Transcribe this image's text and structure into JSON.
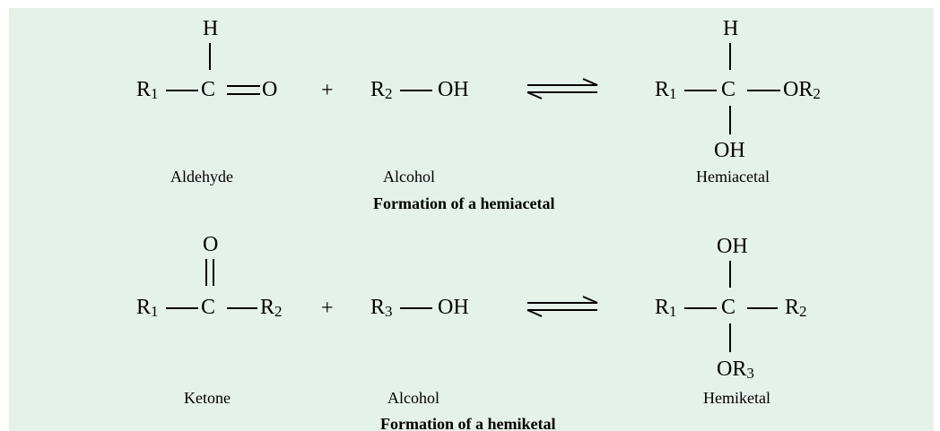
{
  "reactions": [
    {
      "title": "Formation of a hemiacetal",
      "aldehyde": {
        "top": "H",
        "r1": "R",
        "r1_sub": "1",
        "center": "C",
        "right": "O",
        "label": "Aldehyde"
      },
      "plus": "+",
      "alcohol": {
        "r": "R",
        "r_sub": "2",
        "oh": "OH",
        "label": "Alcohol"
      },
      "product": {
        "top": "H",
        "r1": "R",
        "r1_sub": "1",
        "center": "C",
        "right": "OR",
        "right_sub": "2",
        "bottom": "OH",
        "label": "Hemiacetal"
      }
    },
    {
      "title": "Formation of a hemiketal",
      "ketone": {
        "top": "O",
        "r1": "R",
        "r1_sub": "1",
        "center": "C",
        "r2": "R",
        "r2_sub": "2",
        "label": "Ketone"
      },
      "plus": "+",
      "alcohol": {
        "r": "R",
        "r_sub": "3",
        "oh": "OH",
        "label": "Alcohol"
      },
      "product": {
        "top": "OH",
        "r1": "R",
        "r1_sub": "1",
        "center": "C",
        "right": "R",
        "right_sub": "2",
        "bottom": "OR",
        "bottom_sub": "3",
        "label": "Hemiketal"
      }
    }
  ],
  "colors": {
    "panel": "#e5f2e9",
    "ink": "#000000"
  }
}
